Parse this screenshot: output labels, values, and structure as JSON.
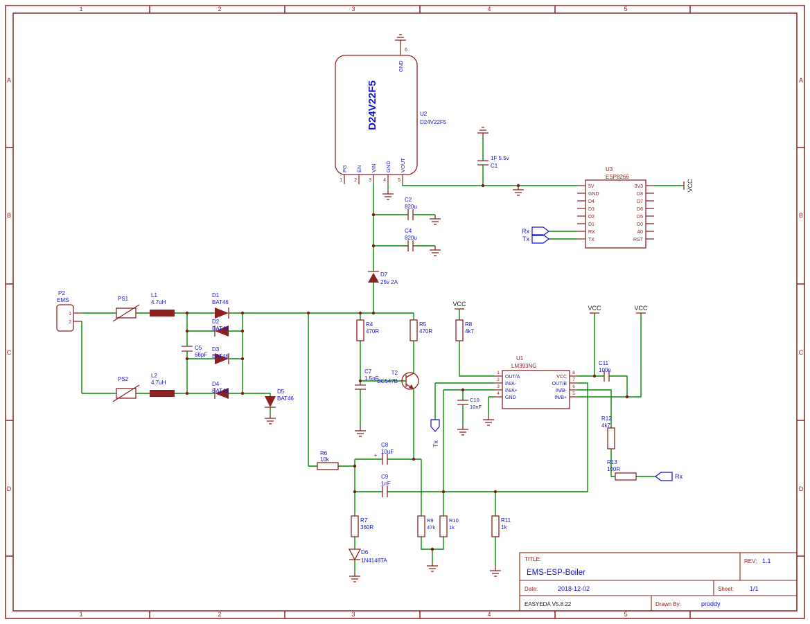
{
  "frame": {
    "columns": [
      "1",
      "2",
      "3",
      "4",
      "5"
    ],
    "rows": [
      "A",
      "B",
      "C",
      "D"
    ]
  },
  "flags": {
    "vcc": "VCC",
    "rx": "Rx",
    "tx": "Tx"
  },
  "title_block": {
    "title_label": "TITLE:",
    "title": "EMS-ESP-Boiler",
    "rev_label": "REV:",
    "rev": "1.1",
    "date_label": "Date:",
    "date": "2018-12-02",
    "sheet_label": "Sheet:",
    "sheet": "1/1",
    "tool": "EASYEDA V5.8.22",
    "drawn_label": "Drawn By:",
    "drawn_by": "proddy"
  },
  "components": {
    "p2": {
      "ref": "P2",
      "value": "EMS",
      "pins": [
        "1",
        "2"
      ]
    },
    "ps1": {
      "ref": "PS1"
    },
    "ps2": {
      "ref": "PS2"
    },
    "l1": {
      "ref": "L1",
      "value": "4.7uH"
    },
    "l2": {
      "ref": "L2",
      "value": "4.7uH"
    },
    "d1": {
      "ref": "D1",
      "value": "BAT46"
    },
    "d2": {
      "ref": "D2",
      "value": "BAT46"
    },
    "d3": {
      "ref": "D3",
      "value": "BAT46"
    },
    "d4": {
      "ref": "D4",
      "value": "BAT46"
    },
    "d5": {
      "ref": "D5",
      "value": "BAT46"
    },
    "d6": {
      "ref": "D6",
      "value": "1N4148TA"
    },
    "d7": {
      "ref": "D7",
      "value": "25v 2A"
    },
    "c1": {
      "ref": "C1",
      "value": "1F 5.5v"
    },
    "c2": {
      "ref": "C2",
      "value": "820u"
    },
    "c4": {
      "ref": "C4",
      "value": "820u"
    },
    "c5": {
      "ref": "C5",
      "value": "68pF"
    },
    "c7": {
      "ref": "C7",
      "value": "1.5nF"
    },
    "c8": {
      "ref": "C8",
      "value": "10uF",
      "polarity": "+"
    },
    "c9": {
      "ref": "C9",
      "value": "1nF"
    },
    "c10": {
      "ref": "C10",
      "value": "10nF"
    },
    "c11": {
      "ref": "C11",
      "value": "100n"
    },
    "r4": {
      "ref": "R4",
      "value": "470R"
    },
    "r5": {
      "ref": "R5",
      "value": "470R"
    },
    "r6": {
      "ref": "R6",
      "value": "10k"
    },
    "r7": {
      "ref": "R7",
      "value": "360R"
    },
    "r8": {
      "ref": "R8",
      "value": "4k7"
    },
    "r9": {
      "ref": "R9",
      "value": "47k"
    },
    "r10": {
      "ref": "R10",
      "value": "1k"
    },
    "r11": {
      "ref": "R11",
      "value": "1k"
    },
    "r12": {
      "ref": "R12",
      "value": "4k7"
    },
    "r13": {
      "ref": "R13",
      "value": "100R"
    },
    "t2": {
      "ref": "T2",
      "value": "BC547B"
    },
    "u1": {
      "ref": "U1",
      "value": "LM393NG",
      "left_pins": [
        {
          "num": "1",
          "name": "OUT/A"
        },
        {
          "num": "2",
          "name": "IN/A-"
        },
        {
          "num": "3",
          "name": "IN/A+"
        },
        {
          "num": "4",
          "name": "GND"
        }
      ],
      "right_pins": [
        {
          "num": "8",
          "name": "VCC"
        },
        {
          "num": "7",
          "name": "OUT/B"
        },
        {
          "num": "6",
          "name": "IN/B-"
        },
        {
          "num": "5",
          "name": "IN/B+"
        }
      ]
    },
    "u2": {
      "ref": "U2",
      "value": "D24V22F5",
      "body_label": "D24V22F5",
      "bottom_pins": [
        {
          "num": "1",
          "name": "PG"
        },
        {
          "num": "2",
          "name": "EN"
        },
        {
          "num": "3",
          "name": "VIN"
        },
        {
          "num": "4",
          "name": "GND"
        },
        {
          "num": "5",
          "name": "VOUT"
        }
      ],
      "top_pin": {
        "num": "6",
        "name": "GND"
      }
    },
    "u3": {
      "ref": "U3",
      "value": "ESP8266",
      "left_pins": [
        "5V",
        "GND",
        "D4",
        "D3",
        "D2",
        "D1",
        "RX",
        "TX"
      ],
      "right_pins": [
        "3V3",
        "D8",
        "D7",
        "D6",
        "D5",
        "D0",
        "A0",
        "RST"
      ]
    }
  }
}
